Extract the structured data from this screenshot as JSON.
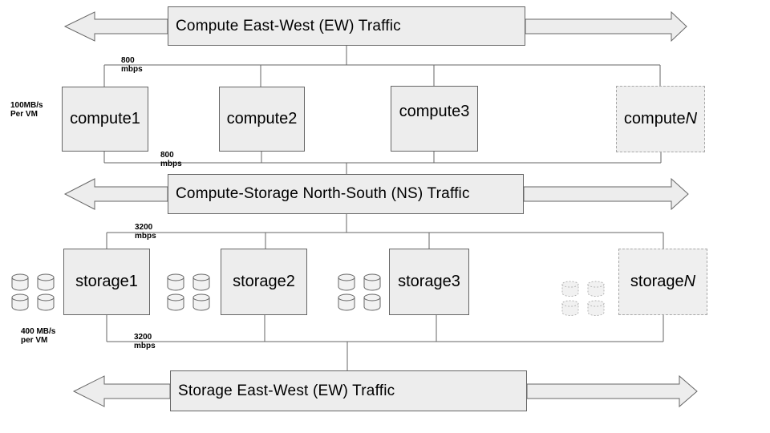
{
  "banners": {
    "top": {
      "label": "Compute East-West (EW) Traffic"
    },
    "middle": {
      "label": "Compute-Storage North-South (NS) Traffic"
    },
    "bottom": {
      "label": "Storage East-West (EW) Traffic"
    }
  },
  "compute_nodes": [
    {
      "base": "compute1",
      "italic_suffix": ""
    },
    {
      "base": "compute2",
      "italic_suffix": ""
    },
    {
      "base": "compute3",
      "italic_suffix": ""
    },
    {
      "base": "compute",
      "italic_suffix": "N"
    }
  ],
  "storage_nodes": [
    {
      "base": "storage1",
      "italic_suffix": ""
    },
    {
      "base": "storage2",
      "italic_suffix": ""
    },
    {
      "base": "storage3",
      "italic_suffix": ""
    },
    {
      "base": "storage",
      "italic_suffix": "N"
    }
  ],
  "rate_labels": [
    {
      "value": "800",
      "unit": "mbps"
    },
    {
      "value": "800",
      "unit": "mbps"
    },
    {
      "value": "3200",
      "unit": "mbps"
    },
    {
      "value": "3200",
      "unit": "mbps"
    }
  ],
  "vm_labels": [
    {
      "line1": "100MB/s",
      "line2": "Per VM"
    },
    {
      "line1": "400 MB/s",
      "line2": "per VM"
    }
  ],
  "icons": {
    "database": "database-cylinder"
  },
  "colors": {
    "box_fill": "#ededed",
    "box_border": "#666666",
    "sketch_border": "#a8a8a8",
    "connector": "#666666",
    "arrow_fill": "#ededed",
    "text": "#000000"
  }
}
